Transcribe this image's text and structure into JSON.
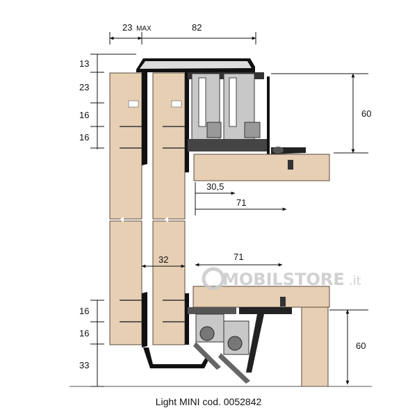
{
  "colors": {
    "wood": "#e7cfb4",
    "wood_edge": "#5a4a3a",
    "metal": "#222222",
    "rail": "#c8c8c8",
    "text": "#111111",
    "watermark": "#c9c9c9"
  },
  "dimensions": {
    "top_23max_value": "23",
    "top_23max_suffix": "MAX",
    "top_82": "82",
    "left_13": "13",
    "left_23": "23",
    "left_16_a": "16",
    "left_16_b": "16",
    "right_60_top": "60",
    "mid_30_5": "30,5",
    "mid_71_top": "71",
    "mid_32": "32",
    "mid_71_bottom": "71",
    "left_16_c": "16",
    "left_16_d": "16",
    "left_33": "33",
    "right_60_bottom": "60"
  },
  "watermark": {
    "brand": "MOBILSTORE",
    "suffix": ".it"
  },
  "caption": "Light MINI cod. 0052842"
}
